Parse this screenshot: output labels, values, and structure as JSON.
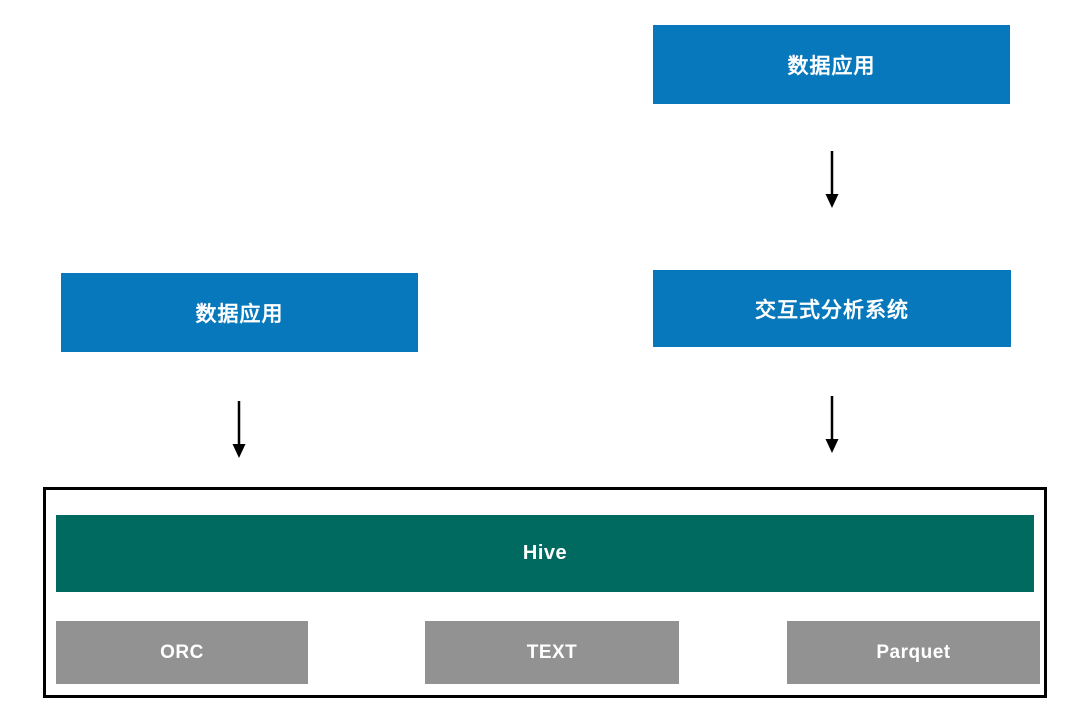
{
  "colors": {
    "app_box_blue": "#0778BC",
    "hive_teal": "#006A60",
    "format_gray": "#929292",
    "arrow_black": "#000000",
    "container_border": "#000000",
    "background": "#FFFFFF",
    "box_text": "#FFFFFF"
  },
  "nodes": {
    "top_app": {
      "label": "数据应用"
    },
    "left_app": {
      "label": "数据应用"
    },
    "interactive_system": {
      "label": "交互式分析系统"
    },
    "hive": {
      "label": "Hive"
    },
    "formats": [
      {
        "label": "ORC"
      },
      {
        "label": "TEXT"
      },
      {
        "label": "Parquet"
      }
    ]
  }
}
